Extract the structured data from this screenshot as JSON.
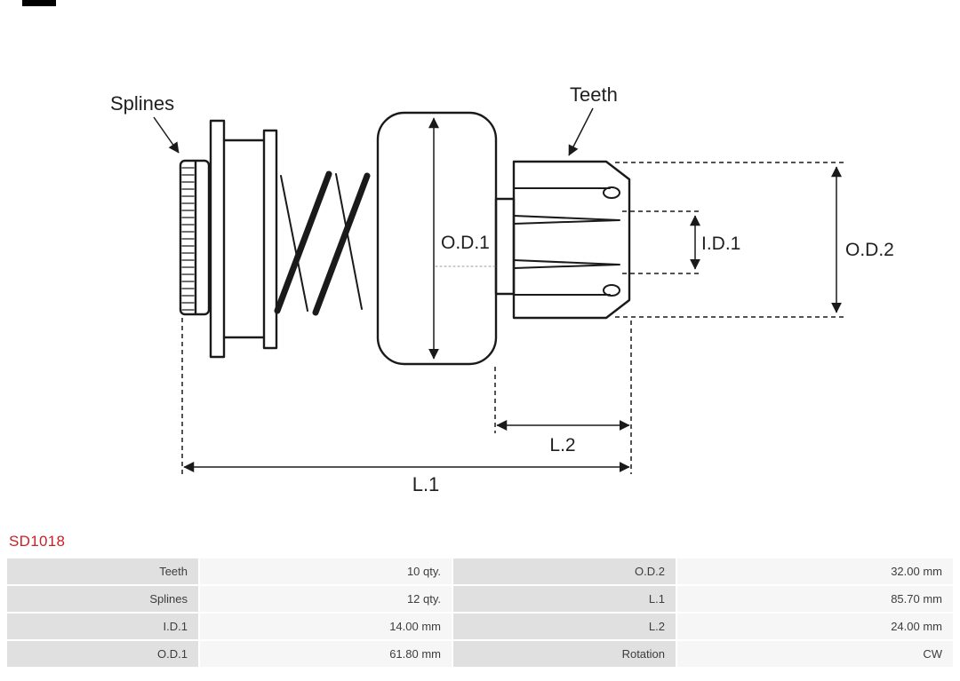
{
  "part_number": "SD1018",
  "diagram": {
    "labels": {
      "splines": "Splines",
      "teeth": "Teeth",
      "od1": "O.D.1",
      "id1": "I.D.1",
      "od2": "O.D.2",
      "l1": "L.1",
      "l2": "L.2"
    }
  },
  "table": {
    "rows": [
      {
        "label1": "Teeth",
        "value1": "10 qty.",
        "label2": "O.D.2",
        "value2": "32.00 mm"
      },
      {
        "label1": "Splines",
        "value1": "12 qty.",
        "label2": "L.1",
        "value2": "85.70 mm"
      },
      {
        "label1": "I.D.1",
        "value1": "14.00 mm",
        "label2": "L.2",
        "value2": "24.00 mm"
      },
      {
        "label1": "O.D.1",
        "value1": "61.80 mm",
        "label2": "Rotation",
        "value2": "CW"
      }
    ]
  },
  "colors": {
    "part_number_red": "#cb2026",
    "table_label_bg": "#e0e0e0",
    "table_value_bg": "#f6f6f6",
    "table_text": "#3d3d3d",
    "line": "#1a1a1a"
  }
}
